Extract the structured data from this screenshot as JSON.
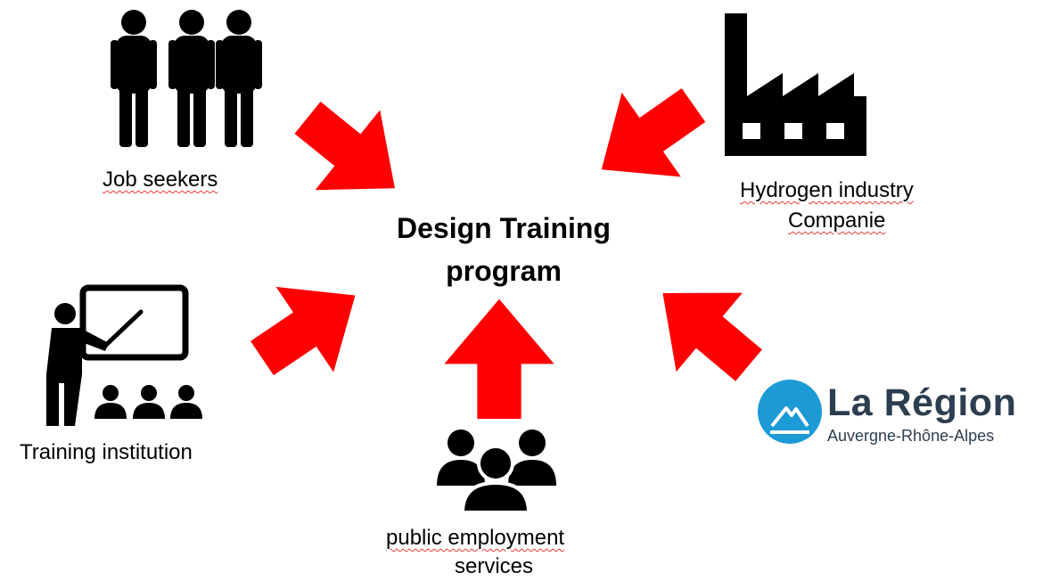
{
  "center": {
    "line1": "Design Training",
    "line2": "program"
  },
  "nodes": {
    "job_seekers": "Job seekers",
    "industry_line1": "Hydrogen industry",
    "industry_line2": "Companie",
    "training_institution": "Training institution",
    "employment_line1": "public employment",
    "employment_line2": "services"
  },
  "logo": {
    "title": "La Région",
    "subtitle": "Auvergne-Rhône-Alpes"
  },
  "colors": {
    "arrow": "#ff0000",
    "icon": "#000000",
    "logo_blue": "#1c9ad6",
    "logo_text": "#2c3e50"
  },
  "icons": [
    "people-group-icon",
    "factory-icon",
    "teacher-presentation-icon",
    "employment-group-icon",
    "region-logo-icon"
  ]
}
